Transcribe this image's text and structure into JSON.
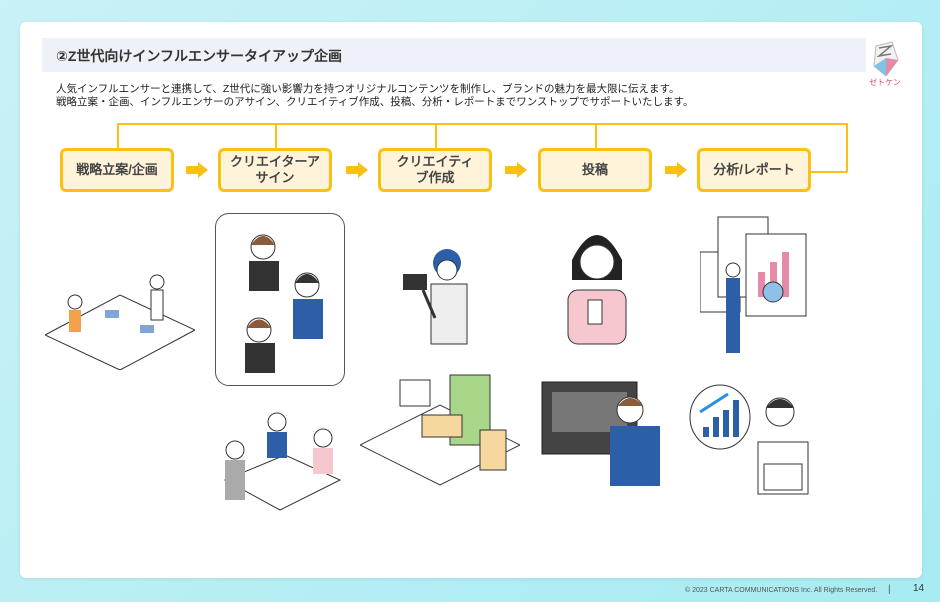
{
  "header": {
    "title": "②Z世代向けインフルエンサータイアップ企画",
    "logo_text": "ゼトケン"
  },
  "description": [
    "人気インフルエンサーと連携して、Z世代に強い影響力を持つオリジナルコンテンツを制作し、ブランドの魅力を最大限に伝えます。",
    "戦略立案・企画、インフルエンサーのアサイン、クリエイティブ作成、投稿、分析・レポートまでワンストップでサポートいたします。"
  ],
  "flow": [
    {
      "label": "戦略立案/企画"
    },
    {
      "label": "クリエイターアサイン"
    },
    {
      "label": "クリエイティブ作成"
    },
    {
      "label": "投稿"
    },
    {
      "label": "分析/レポート"
    }
  ],
  "footer": {
    "copyright": "© 2023 CARTA COMMUNICATIONS Inc.  All Rights Reserved.",
    "separator": "|",
    "page": "14"
  },
  "colors": {
    "accent": "#fbbf16",
    "box_fill": "#fff4d9",
    "title_bg": "#eef2f8"
  }
}
